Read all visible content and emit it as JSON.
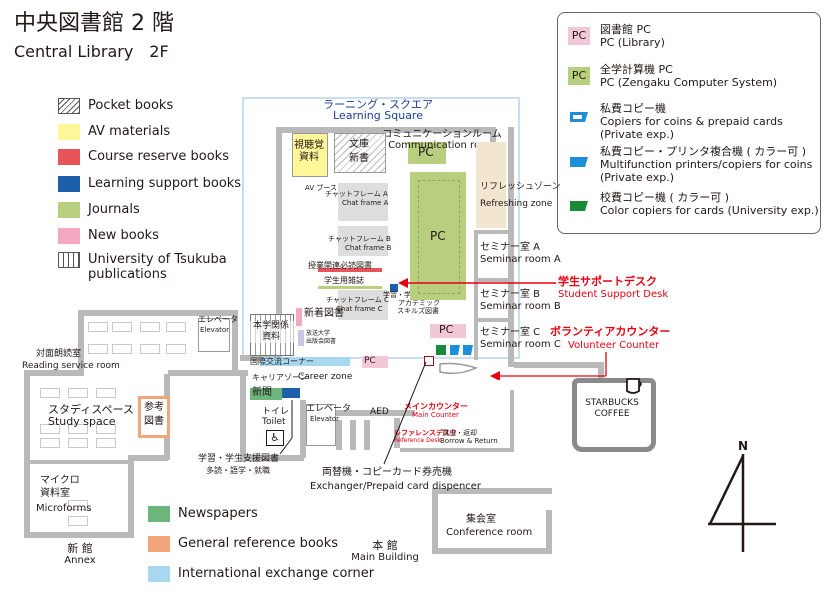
{
  "title": {
    "jp": "中央図書館 2 階",
    "en": "Central Library　2F"
  },
  "legend": [
    {
      "label": "Pocket books",
      "color": "#ffffff",
      "pattern": "hatch"
    },
    {
      "label": "AV materials",
      "color": "#fff799"
    },
    {
      "label": "Course reserve books",
      "color": "#e9545a"
    },
    {
      "label": "Learning support books",
      "color": "#1d5fa8"
    },
    {
      "label": "Journals",
      "color": "#b7cf7e"
    },
    {
      "label": "New books",
      "color": "#f2a7c3"
    },
    {
      "label": "University of Tsukuba publications",
      "color": "#ffffff",
      "pattern": "grid"
    }
  ],
  "legend_bottom": [
    {
      "label": "Newspapers",
      "color": "#6bb77b"
    },
    {
      "label": "General reference books",
      "color": "#f0a57a"
    },
    {
      "label": "International exchange corner",
      "color": "#a7d8f0"
    }
  ],
  "pc_legend": [
    {
      "badge": "PC",
      "badge_color": "#f2c7d7",
      "jp": "図書館 PC",
      "en": "PC (Library)"
    },
    {
      "badge": "PC",
      "badge_color": "#b7cf7e",
      "jp": "全学計算機 PC",
      "en": "PC (Zengaku Computer System)"
    },
    {
      "icon": "copier-icon",
      "icon_color": "#1d8fd8",
      "jp": "私費コピー機",
      "en1": "Copiers for coins & prepaid cards",
      "en2": "(Private exp.)"
    },
    {
      "icon": "multifunction-printer-icon",
      "icon_color": "#1d8fd8",
      "jp": "私費コピー・プリンタ複合機 ( カラー可 )",
      "en1": "Multifunction printers/copiers for coins",
      "en2": "(Private exp.)"
    },
    {
      "icon": "color-copier-icon",
      "icon_color": "#1a8a3a",
      "jp": "校費コピー機 ( カラー可 )",
      "en1": "Color copiers for cards (University exp.)",
      "en2": ""
    }
  ],
  "map": {
    "learning_square": {
      "jp": "ラーニング・スクエア",
      "en": "Learning Square"
    },
    "communication_room": {
      "jp": "コミュニケーションルーム",
      "en": "Communication room"
    },
    "av_room": {
      "jp": "視聴覚\n資料"
    },
    "bunko": {
      "jp": "文庫\n新書"
    },
    "av_booth": {
      "jp": "AV ブース"
    },
    "chat_a": {
      "jp": "チャットフレーム A",
      "en": "Chat frame A"
    },
    "chat_b": {
      "jp": "チャットフレーム B",
      "en": "Chat frame B"
    },
    "chat_c": {
      "jp": "チャットフレーム C",
      "en": "Chat frame C"
    },
    "course_books": {
      "jp": "授業関連必読図書"
    },
    "student_journals": {
      "jp": "学生用雑誌"
    },
    "study_support": {
      "jp": "学習・学生支援図書",
      "jp2": "アカデミック",
      "jp3": "スキルズ図書"
    },
    "refresh": {
      "jp": "リフレッシュゾーン",
      "en": "Refreshing zone"
    },
    "seminar_a": {
      "jp": "セミナー室 A",
      "en": "Seminar room A"
    },
    "seminar_b": {
      "jp": "セミナー室 B",
      "en": "Seminar room B"
    },
    "seminar_c": {
      "jp": "セミナー室 C",
      "en": "Seminar room C"
    },
    "pc": "PC",
    "student_support_desk": {
      "jp": "学生サポートデスク",
      "en": "Student Support Desk"
    },
    "volunteer_counter": {
      "jp": "ボランティアカウンター",
      "en": "Volunteer Counter"
    },
    "main_counter": {
      "jp": "メインカウンター",
      "en": "Main Counter"
    },
    "reference_desk": {
      "jp": "レファレンスデスク",
      "en": "Reference Desk"
    },
    "borrow_return": {
      "jp": "貸出・返却",
      "en": "Borrow & Return"
    },
    "starbucks": "STARBUCKS\nCOFFEE",
    "elevator": {
      "jp": "エレベータ",
      "en": "Elevator"
    },
    "honbu": {
      "jp": "本学関係\n資料"
    },
    "new_books": {
      "jp": "新着図書"
    },
    "hosei": {
      "jp": "放送大学\n出版会図書"
    },
    "international": {
      "jp": "国際交流コーナー"
    },
    "career": {
      "jp": "キャリアゾーン",
      "en": "Career zone"
    },
    "newspapers": {
      "jp": "新聞"
    },
    "toilet": {
      "jp": "トイレ",
      "en": "Toilet"
    },
    "aed": "AED",
    "reading_service": {
      "jp": "対面朗読室",
      "en": "Reading service room"
    },
    "study_space": {
      "jp": "スタディスペース",
      "en": "Study space"
    },
    "reference_books": {
      "jp": "参考\n図書"
    },
    "microforms": {
      "jp": "マイクロ\n資料室",
      "en": "Microforms"
    },
    "annex": {
      "jp": "新 館",
      "en": "Annex"
    },
    "main_building": {
      "jp": "本 館",
      "en": "Main Building"
    },
    "conference": {
      "jp": "集会室",
      "en": "Conference room"
    },
    "callout_study": {
      "jp": "学習・学生支援図書",
      "jp2": "多読・語学・就職"
    },
    "callout_exchanger": {
      "jp": "両替機・コピーカード券売機",
      "en": "Exchanger/Prepaid card dispencer"
    },
    "north": "N"
  }
}
